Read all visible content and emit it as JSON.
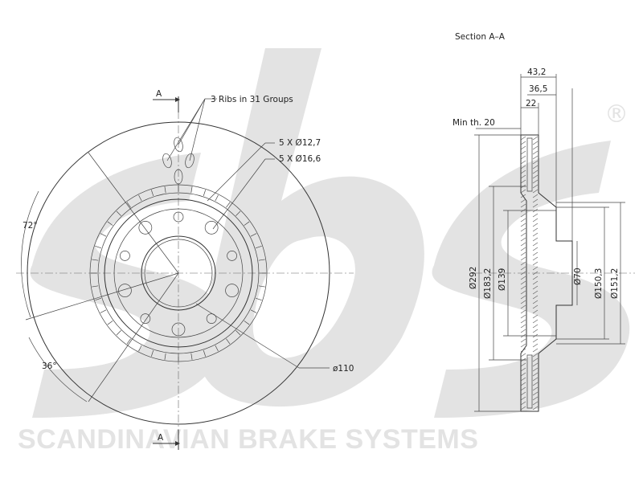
{
  "watermark": {
    "logo_text": "sbs",
    "registered_mark": "®",
    "company": "SCANDINAVIAN BRAKE SYSTEMS",
    "color": "#e3e3e3"
  },
  "front_view": {
    "section_marker_top": "A",
    "section_marker_bottom": "A",
    "ribs_note": "3 Ribs in 31 Groups",
    "hole_small": "5 X Ø12,7",
    "hole_large": "5 X Ø16,6",
    "angle_72": "72°",
    "angle_36": "36°",
    "bolt_circle": "ø110"
  },
  "section_view": {
    "title": "Section A–A",
    "min_thickness": "Min th. 20",
    "dim_43": "43,2",
    "dim_36": "36,5",
    "dim_22": "22",
    "dia_292": "Ø292",
    "dia_183": "Ø183,2",
    "dia_139": "Ø139",
    "dia_70": "Ø70",
    "dia_150": "Ø150,3",
    "dia_151": "Ø151,2"
  }
}
